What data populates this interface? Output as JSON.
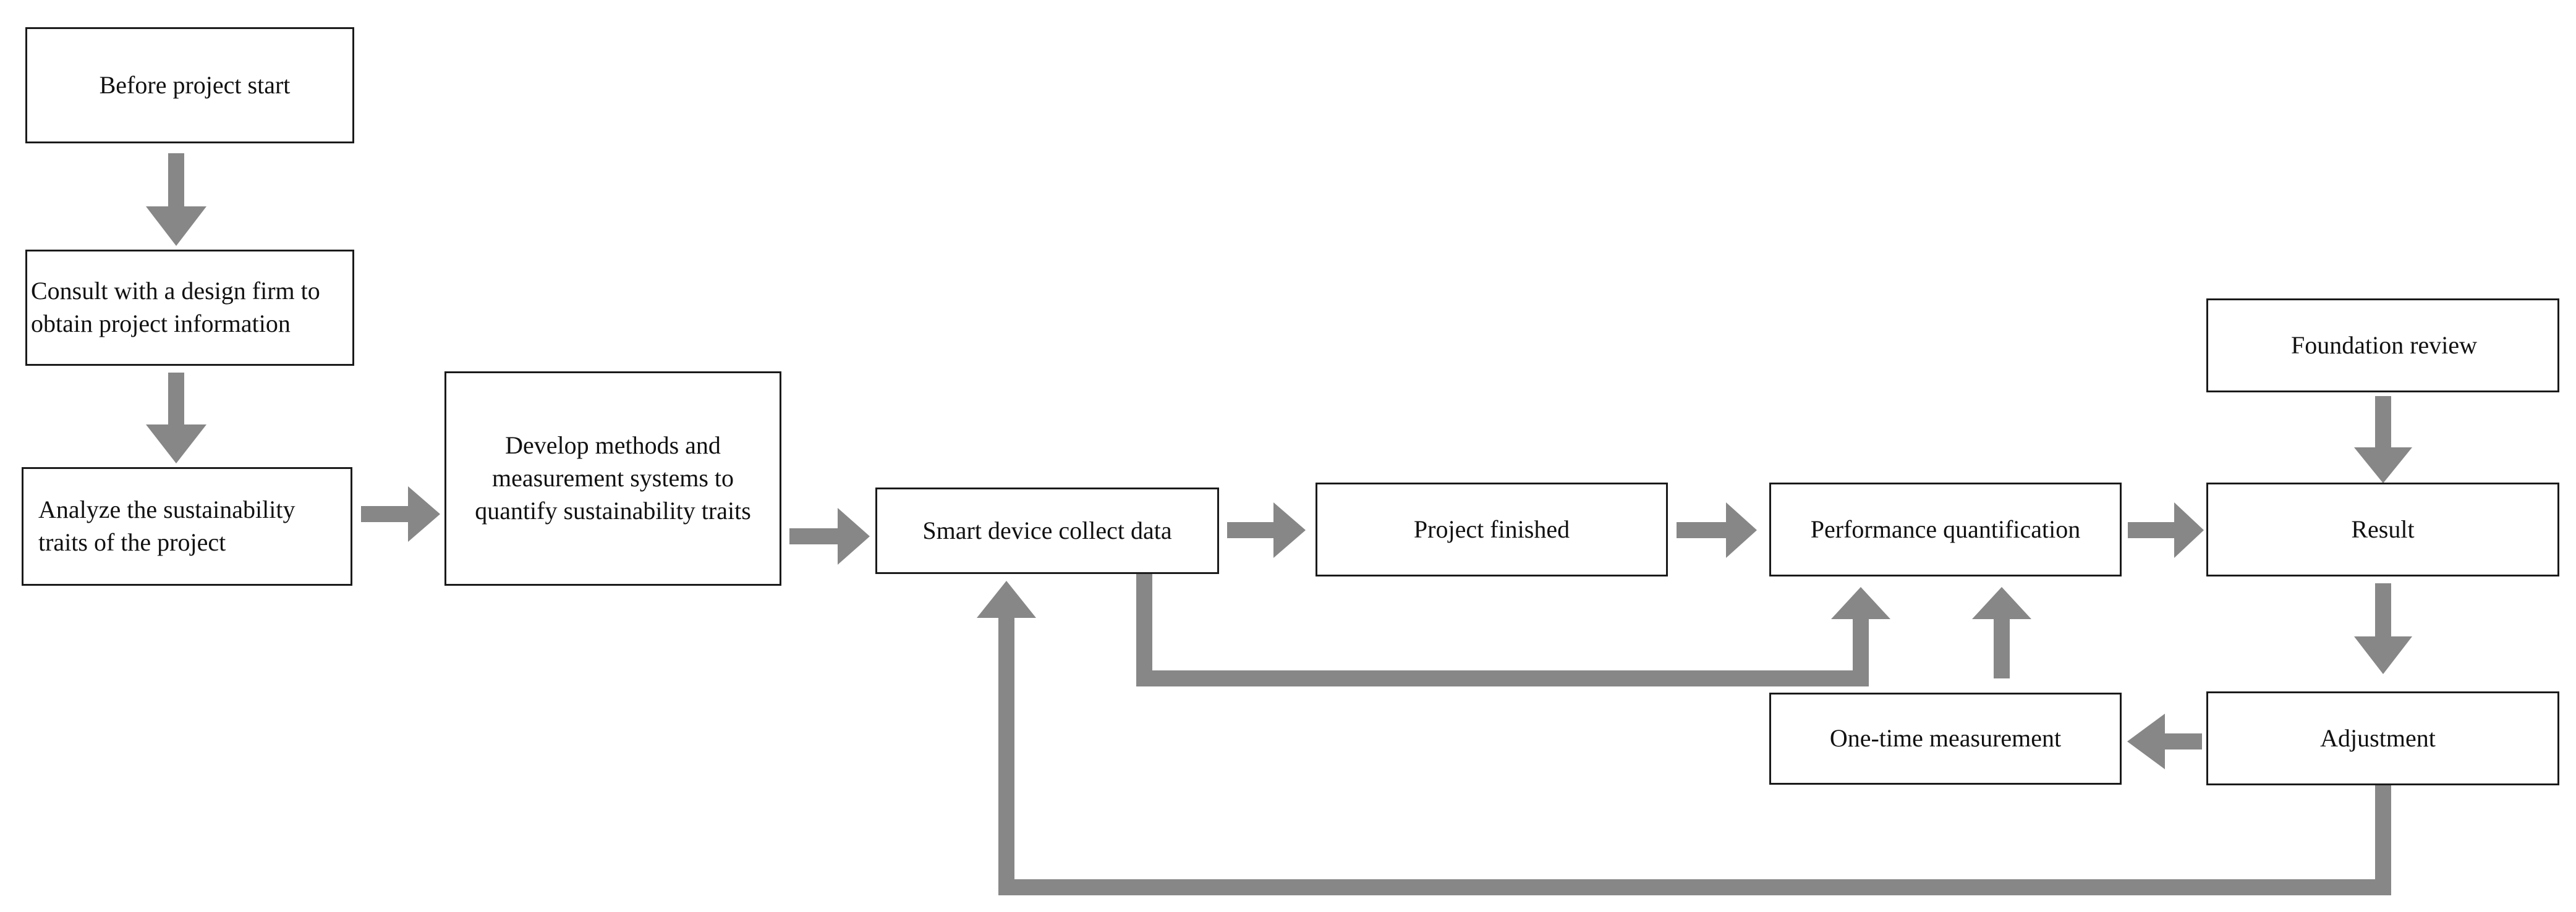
{
  "diagram": {
    "arrow_color": "#878787",
    "border_color": "#1a1a1a",
    "nodes": {
      "before_project_start": "Before project start",
      "consult_design_firm": "Consult with a design firm to\nobtain project information",
      "analyze_traits": "Analyze the sustainability\ntraits of the project",
      "develop_methods": "Develop methods and\nmeasurement systems to\nquantify sustainability traits",
      "smart_device": "Smart device collect data",
      "project_finished": "Project finished",
      "performance_quantification": "Performance quantification",
      "foundation_review": "Foundation review",
      "result": "Result",
      "adjustment": "Adjustment",
      "one_time_measurement": "One-time measurement"
    },
    "edges": [
      {
        "from": "before_project_start",
        "to": "consult_design_firm"
      },
      {
        "from": "consult_design_firm",
        "to": "analyze_traits"
      },
      {
        "from": "analyze_traits",
        "to": "develop_methods"
      },
      {
        "from": "develop_methods",
        "to": "smart_device"
      },
      {
        "from": "smart_device",
        "to": "project_finished"
      },
      {
        "from": "project_finished",
        "to": "performance_quantification"
      },
      {
        "from": "performance_quantification",
        "to": "result"
      },
      {
        "from": "foundation_review",
        "to": "result"
      },
      {
        "from": "result",
        "to": "adjustment"
      },
      {
        "from": "adjustment",
        "to": "one_time_measurement"
      },
      {
        "from": "one_time_measurement",
        "to": "performance_quantification"
      },
      {
        "from": "smart_device",
        "to": "performance_quantification"
      },
      {
        "from": "adjustment",
        "to": "smart_device"
      }
    ]
  }
}
